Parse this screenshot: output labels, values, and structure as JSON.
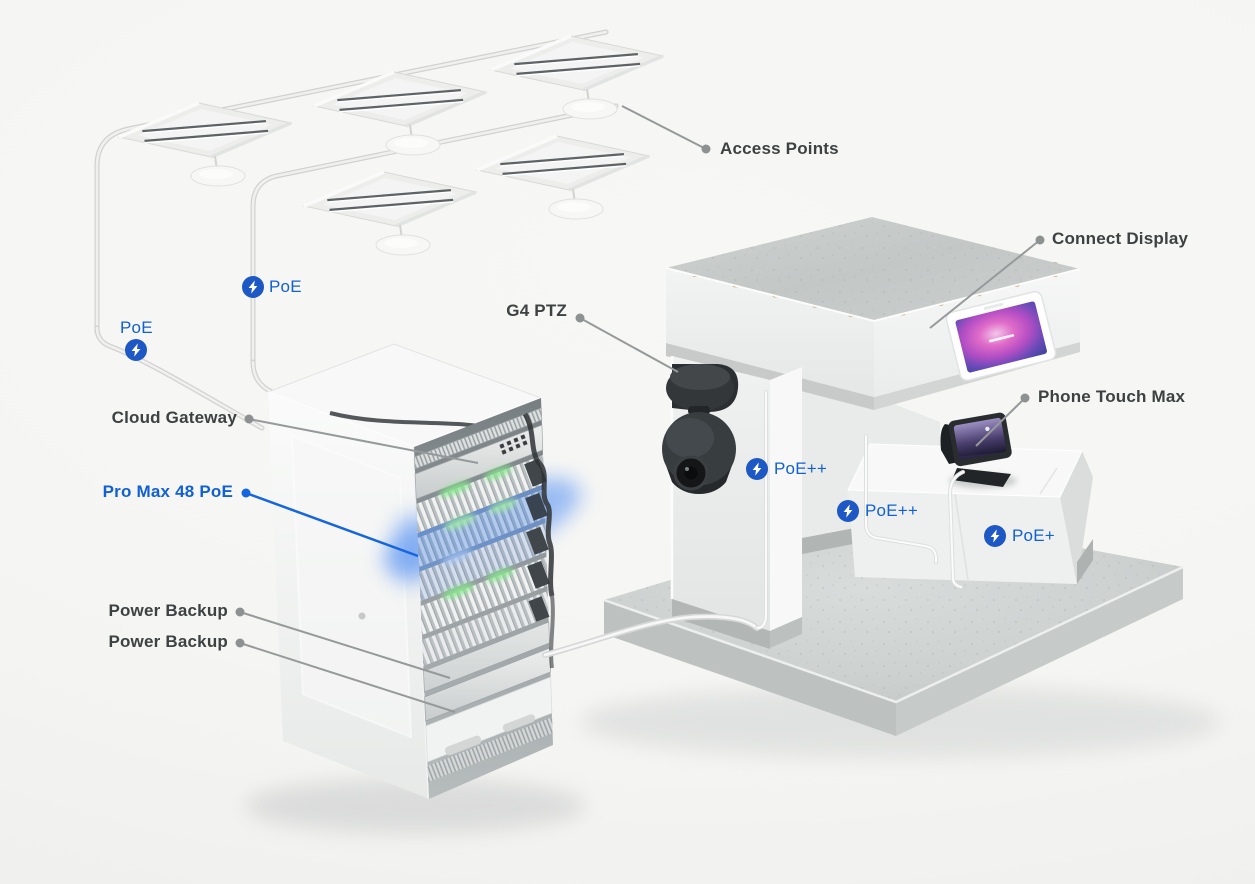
{
  "colors": {
    "background": "#f5f5f3",
    "accent_blue": "#1160d4",
    "poe_icon_blue": "#1d58c4",
    "label_dark": "#3d4142",
    "leader_gray": "#96999a",
    "switch_highlight_glow": "#4f8df2",
    "led_green": "#86e88c",
    "display_screen_magenta": "#e06cc8",
    "concrete_gray": "#c9cdcc"
  },
  "icons": {
    "poe_bolt": "lightning-bolt"
  },
  "labels": {
    "access_points": "Access Points",
    "poe_ceiling_1": "PoE",
    "poe_ceiling_2": "PoE",
    "cloud_gateway": "Cloud Gateway",
    "pro_max_48_poe": "Pro Max 48 PoE",
    "power_backup_1": "Power Backup",
    "power_backup_2": "Power Backup",
    "g4_ptz": "G4 PTZ",
    "connect_display": "Connect Display",
    "phone_touch_max": "Phone Touch Max",
    "poe_plus_plus_1": "PoE++",
    "poe_plus_plus_2": "PoE++",
    "poe_plus": "PoE+"
  },
  "equipment": {
    "access_point_count": 5,
    "rack_units": [
      "Cloud Gateway",
      "PoE Switch",
      "Pro Max 48 PoE",
      "PoE Switch",
      "PoE Switch",
      "PoE Switch",
      "Power Backup",
      "Power Backup"
    ],
    "desk_devices": [
      "G4 PTZ",
      "Connect Display",
      "Phone Touch Max"
    ]
  }
}
